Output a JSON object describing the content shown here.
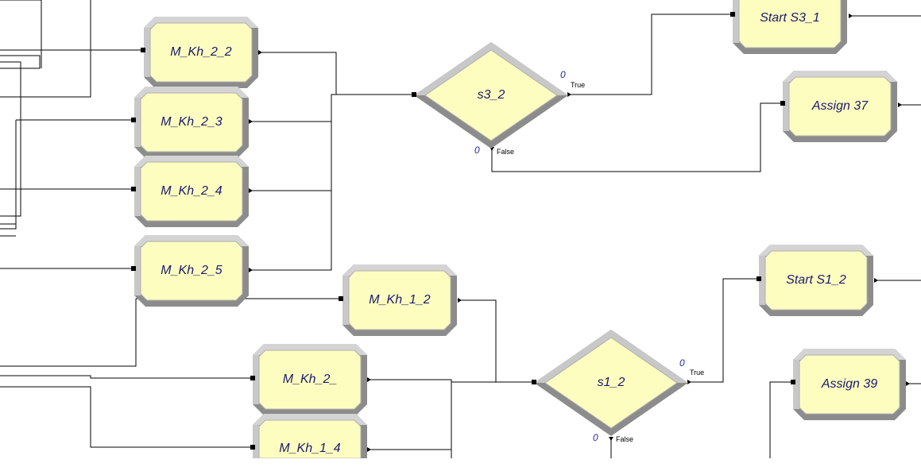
{
  "colors": {
    "fill": "#fdfdc0",
    "bevel_light": "#d4d4d4",
    "bevel_dark": "#8c8c8c",
    "text": "#1a1a6e",
    "counter": "#2a2aa0",
    "wire": "#000000"
  },
  "modules": {
    "m_kh_2_2": {
      "label": "M_Kh_2_2"
    },
    "m_kh_2_3": {
      "label": "M_Kh_2_3"
    },
    "m_kh_2_4": {
      "label": "M_Kh_2_4"
    },
    "m_kh_2_5": {
      "label": "M_Kh_2_5"
    },
    "m_kh_1_2": {
      "label": "M_Kh_1_2"
    },
    "m_kh_2_": {
      "label": "M_Kh_2_"
    },
    "m_kh_1_4": {
      "label": "M_Kh_1_4"
    },
    "start_s3_1": {
      "label": "Start S3_1"
    },
    "assign_37": {
      "label": "Assign 37"
    },
    "start_s1_2": {
      "label": "Start S1_2"
    },
    "assign_39": {
      "label": "Assign 39"
    }
  },
  "decisions": {
    "s3_2": {
      "label": "s3_2",
      "true_label": "True",
      "false_label": "False",
      "true_count": "0",
      "false_count": "0"
    },
    "s1_2": {
      "label": "s1_2",
      "true_label": "True",
      "false_label": "False",
      "true_count": "0",
      "false_count": "0"
    }
  }
}
